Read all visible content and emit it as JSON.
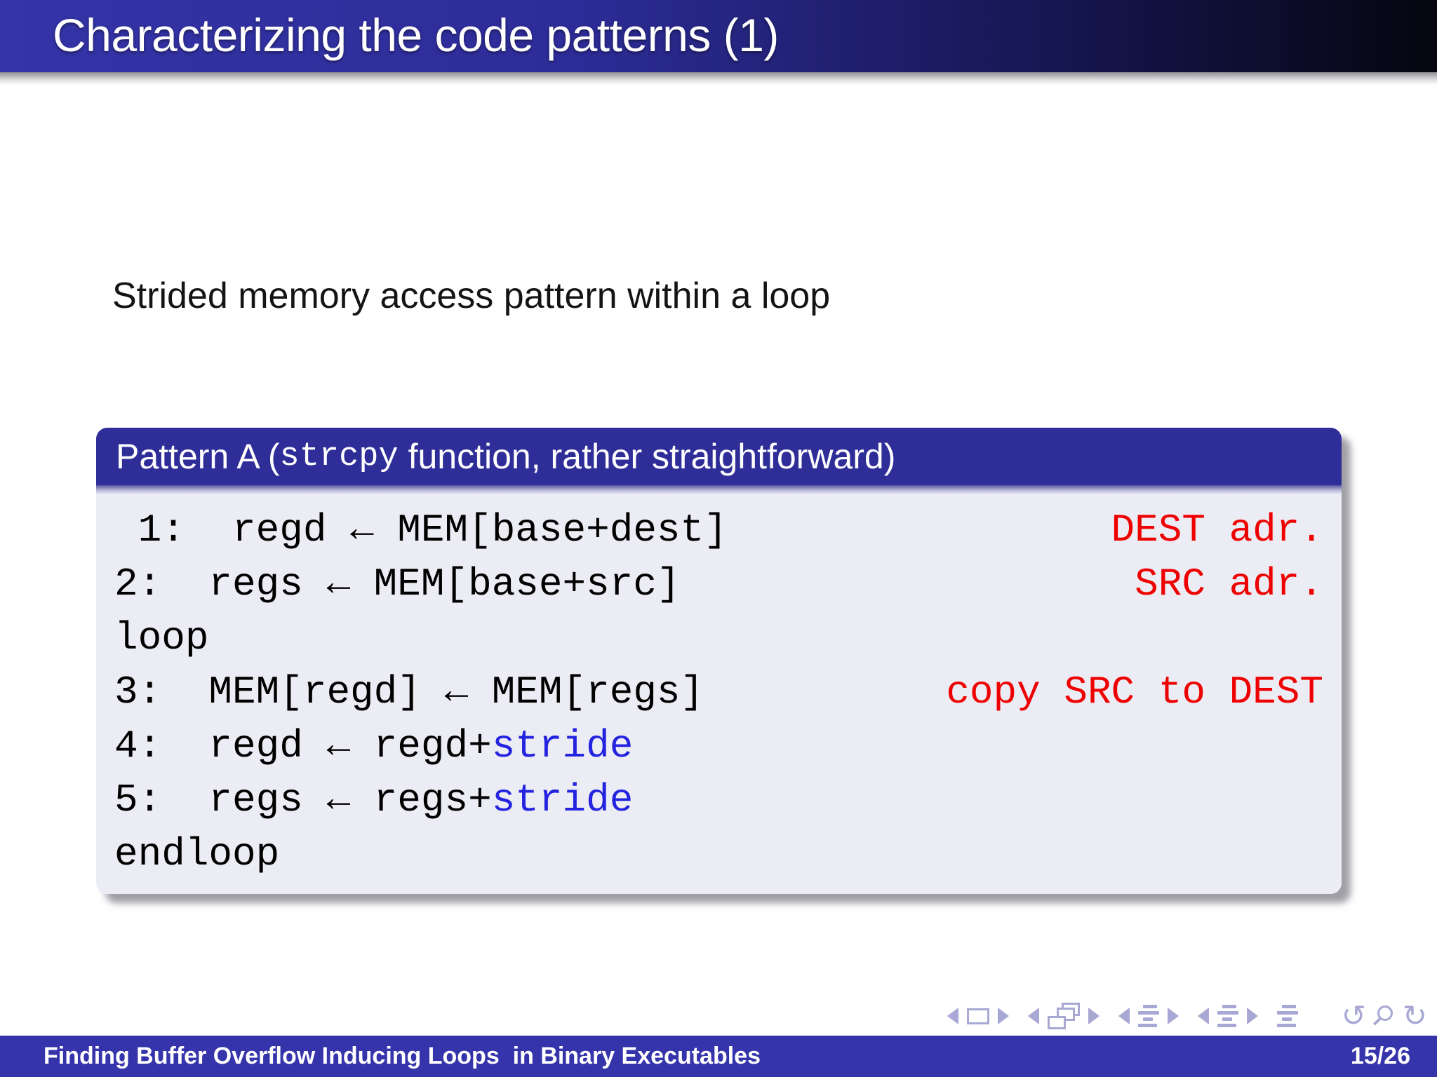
{
  "frametitle": {
    "title": "Characterizing the code patterns (1)"
  },
  "body": {
    "lead_text": "Strided memory access pattern within a loop"
  },
  "block": {
    "title": {
      "prefix": "Pattern A (",
      "code": "strcpy",
      "suffix": " function, rather straightforward)"
    },
    "code_lines": [
      {
        "pre": " 1:  regd ← MEM[base+dest]",
        "comment": "DEST adr."
      },
      {
        "pre": "2:  regs ← MEM[base+src]",
        "comment": "SRC adr."
      },
      {
        "pre": "loop"
      },
      {
        "pre": "3:  MEM[regd] ← MEM[regs]",
        "comment": "copy SRC to DEST"
      },
      {
        "pre": "4:  regd ← regd+",
        "hl": "stride"
      },
      {
        "pre": "5:  regs ← regs+",
        "hl": "stride"
      },
      {
        "pre": "endloop"
      }
    ]
  },
  "nav": {
    "icons": [
      "prev-slide",
      "slide",
      "next-slide",
      "prev-frame",
      "frames",
      "next-frame",
      "prev-subsection",
      "subsection",
      "next-subsection",
      "prev-section",
      "section",
      "next-section",
      "document",
      "back",
      "search",
      "forward"
    ],
    "back_glyph": "↺",
    "forward_glyph": "↻"
  },
  "footline": {
    "title": "Finding Buffer Overflow Inducing Loops  in Binary Executables",
    "page": "15/26"
  },
  "colors": {
    "structure_blue": "#2f2e99",
    "titlebar_gradient_left": "#3534a8",
    "titlebar_gradient_right": "#060610",
    "block_body_bg": "#ececf4",
    "comment_red": "#ef0000",
    "highlight_blue": "#2323e0",
    "footer_bg": "#3634ab",
    "nav_icon": "#a8a8d4"
  }
}
